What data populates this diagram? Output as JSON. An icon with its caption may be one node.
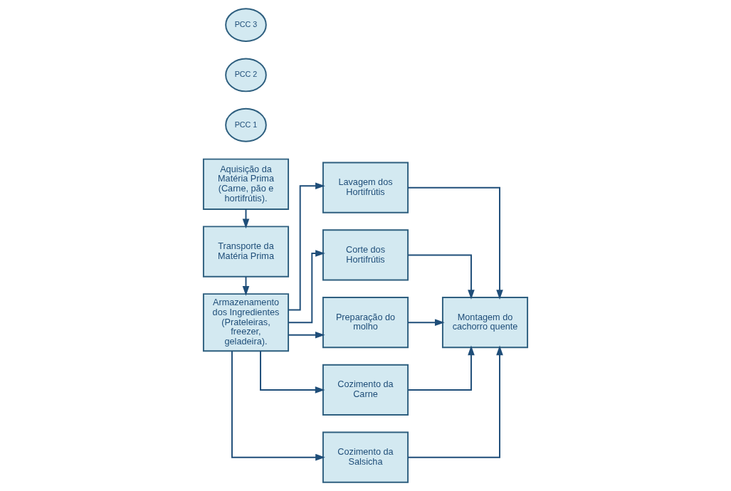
{
  "diagram": {
    "nodes": [
      {
        "text": [
          "Aquisição da Matéria Prima (Carne, pão e hortifrútis)."
        ]
      },
      {
        "text": [
          "PCC 1"
        ]
      },
      {
        "text": [
          "Transporte da Matéria Prima"
        ]
      },
      {
        "text": [
          "Armazenamento dos Ingredientes (Prateleiras, freezer, geladeira)."
        ]
      },
      {
        "text": [
          "Lavagem dos Hortifrútis"
        ]
      },
      {
        "text": [
          "Corte dos Hortifrútis"
        ]
      },
      {
        "text": [
          "Preparação do molho"
        ]
      },
      {
        "text": [
          "PCC 2"
        ]
      },
      {
        "text": [
          "Cozimento da Carne"
        ]
      },
      {
        "text": [
          "PCC 3"
        ]
      },
      {
        "text": [
          "Cozimento da Salsicha"
        ]
      },
      {
        "text": [
          "Montagem do cachorro quente"
        ]
      }
    ],
    "edges": [
      {
        "from": 0,
        "to": 2,
        "arrow": "to"
      },
      {
        "from": 2,
        "to": 3,
        "arrow": "to"
      },
      {
        "from": 3,
        "to": 4,
        "arrow": "to"
      },
      {
        "from": 3,
        "to": 5,
        "arrow": "to"
      },
      {
        "from": 3,
        "to": 6,
        "arrow": "to"
      },
      {
        "from": 3,
        "to": 8,
        "arrow": "to"
      },
      {
        "from": 3,
        "to": 10,
        "arrow": "to"
      },
      {
        "from": 4,
        "to": 11,
        "arrow": "to"
      },
      {
        "from": 5,
        "to": 11,
        "arrow": "to"
      },
      {
        "from": 6,
        "to": 11,
        "arrow": "to"
      },
      {
        "from": 8,
        "to": 11,
        "arrow": "to"
      },
      {
        "from": 10,
        "to": 11,
        "arrow": "to"
      }
    ]
  }
}
